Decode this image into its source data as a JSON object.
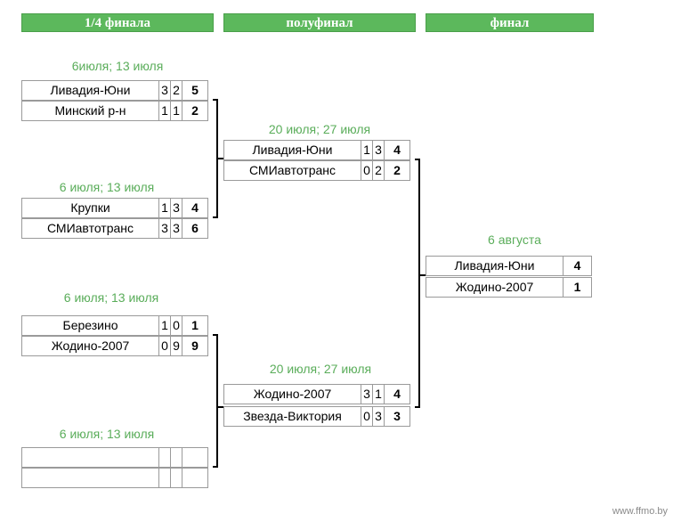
{
  "headers": {
    "quarter": "1/4 финала",
    "semi": "полуфинал",
    "final": "финал"
  },
  "quarterfinals": [
    {
      "date": "6июля; 13 июля",
      "team1": {
        "name": "Ливадия-Юни",
        "g1": "3",
        "g2": "2",
        "total": "5"
      },
      "team2": {
        "name": "Минский р-н",
        "g1": "1",
        "g2": "1",
        "total": "2"
      }
    },
    {
      "date": "6 июля; 13 июля",
      "team1": {
        "name": "Крупки",
        "g1": "1",
        "g2": "3",
        "total": "4"
      },
      "team2": {
        "name": "СМИавтотранс",
        "g1": "3",
        "g2": "3",
        "total": "6"
      }
    },
    {
      "date": "6 июля; 13 июля",
      "team1": {
        "name": "Березино",
        "g1": "1",
        "g2": "0",
        "total": "1"
      },
      "team2": {
        "name": "Жодино-2007",
        "g1": "0",
        "g2": "9",
        "total": "9"
      }
    },
    {
      "date": "6 июля; 13 июля",
      "team1": {
        "name": "",
        "g1": "",
        "g2": "",
        "total": ""
      },
      "team2": {
        "name": "",
        "g1": "",
        "g2": "",
        "total": ""
      }
    }
  ],
  "semifinals": [
    {
      "date": "20 июля; 27 июля",
      "team1": {
        "name": "Ливадия-Юни",
        "g1": "1",
        "g2": "3",
        "total": "4"
      },
      "team2": {
        "name": "СМИавтотранс",
        "g1": "0",
        "g2": "2",
        "total": "2"
      }
    },
    {
      "date": "20 июля; 27 июля",
      "team1": {
        "name": "Жодино-2007",
        "g1": "3",
        "g2": "1",
        "total": "4"
      },
      "team2": {
        "name": "Звезда-Виктория",
        "g1": "0",
        "g2": "3",
        "total": "3"
      }
    }
  ],
  "final": {
    "date": "6 августа",
    "team1": {
      "name": "Ливадия-Юни",
      "total": "4"
    },
    "team2": {
      "name": "Жодино-2007",
      "total": "1"
    }
  },
  "watermark": "www.ffmo.by",
  "colors": {
    "header_bg": "#5cb85c",
    "date_text": "#5aad5a"
  }
}
